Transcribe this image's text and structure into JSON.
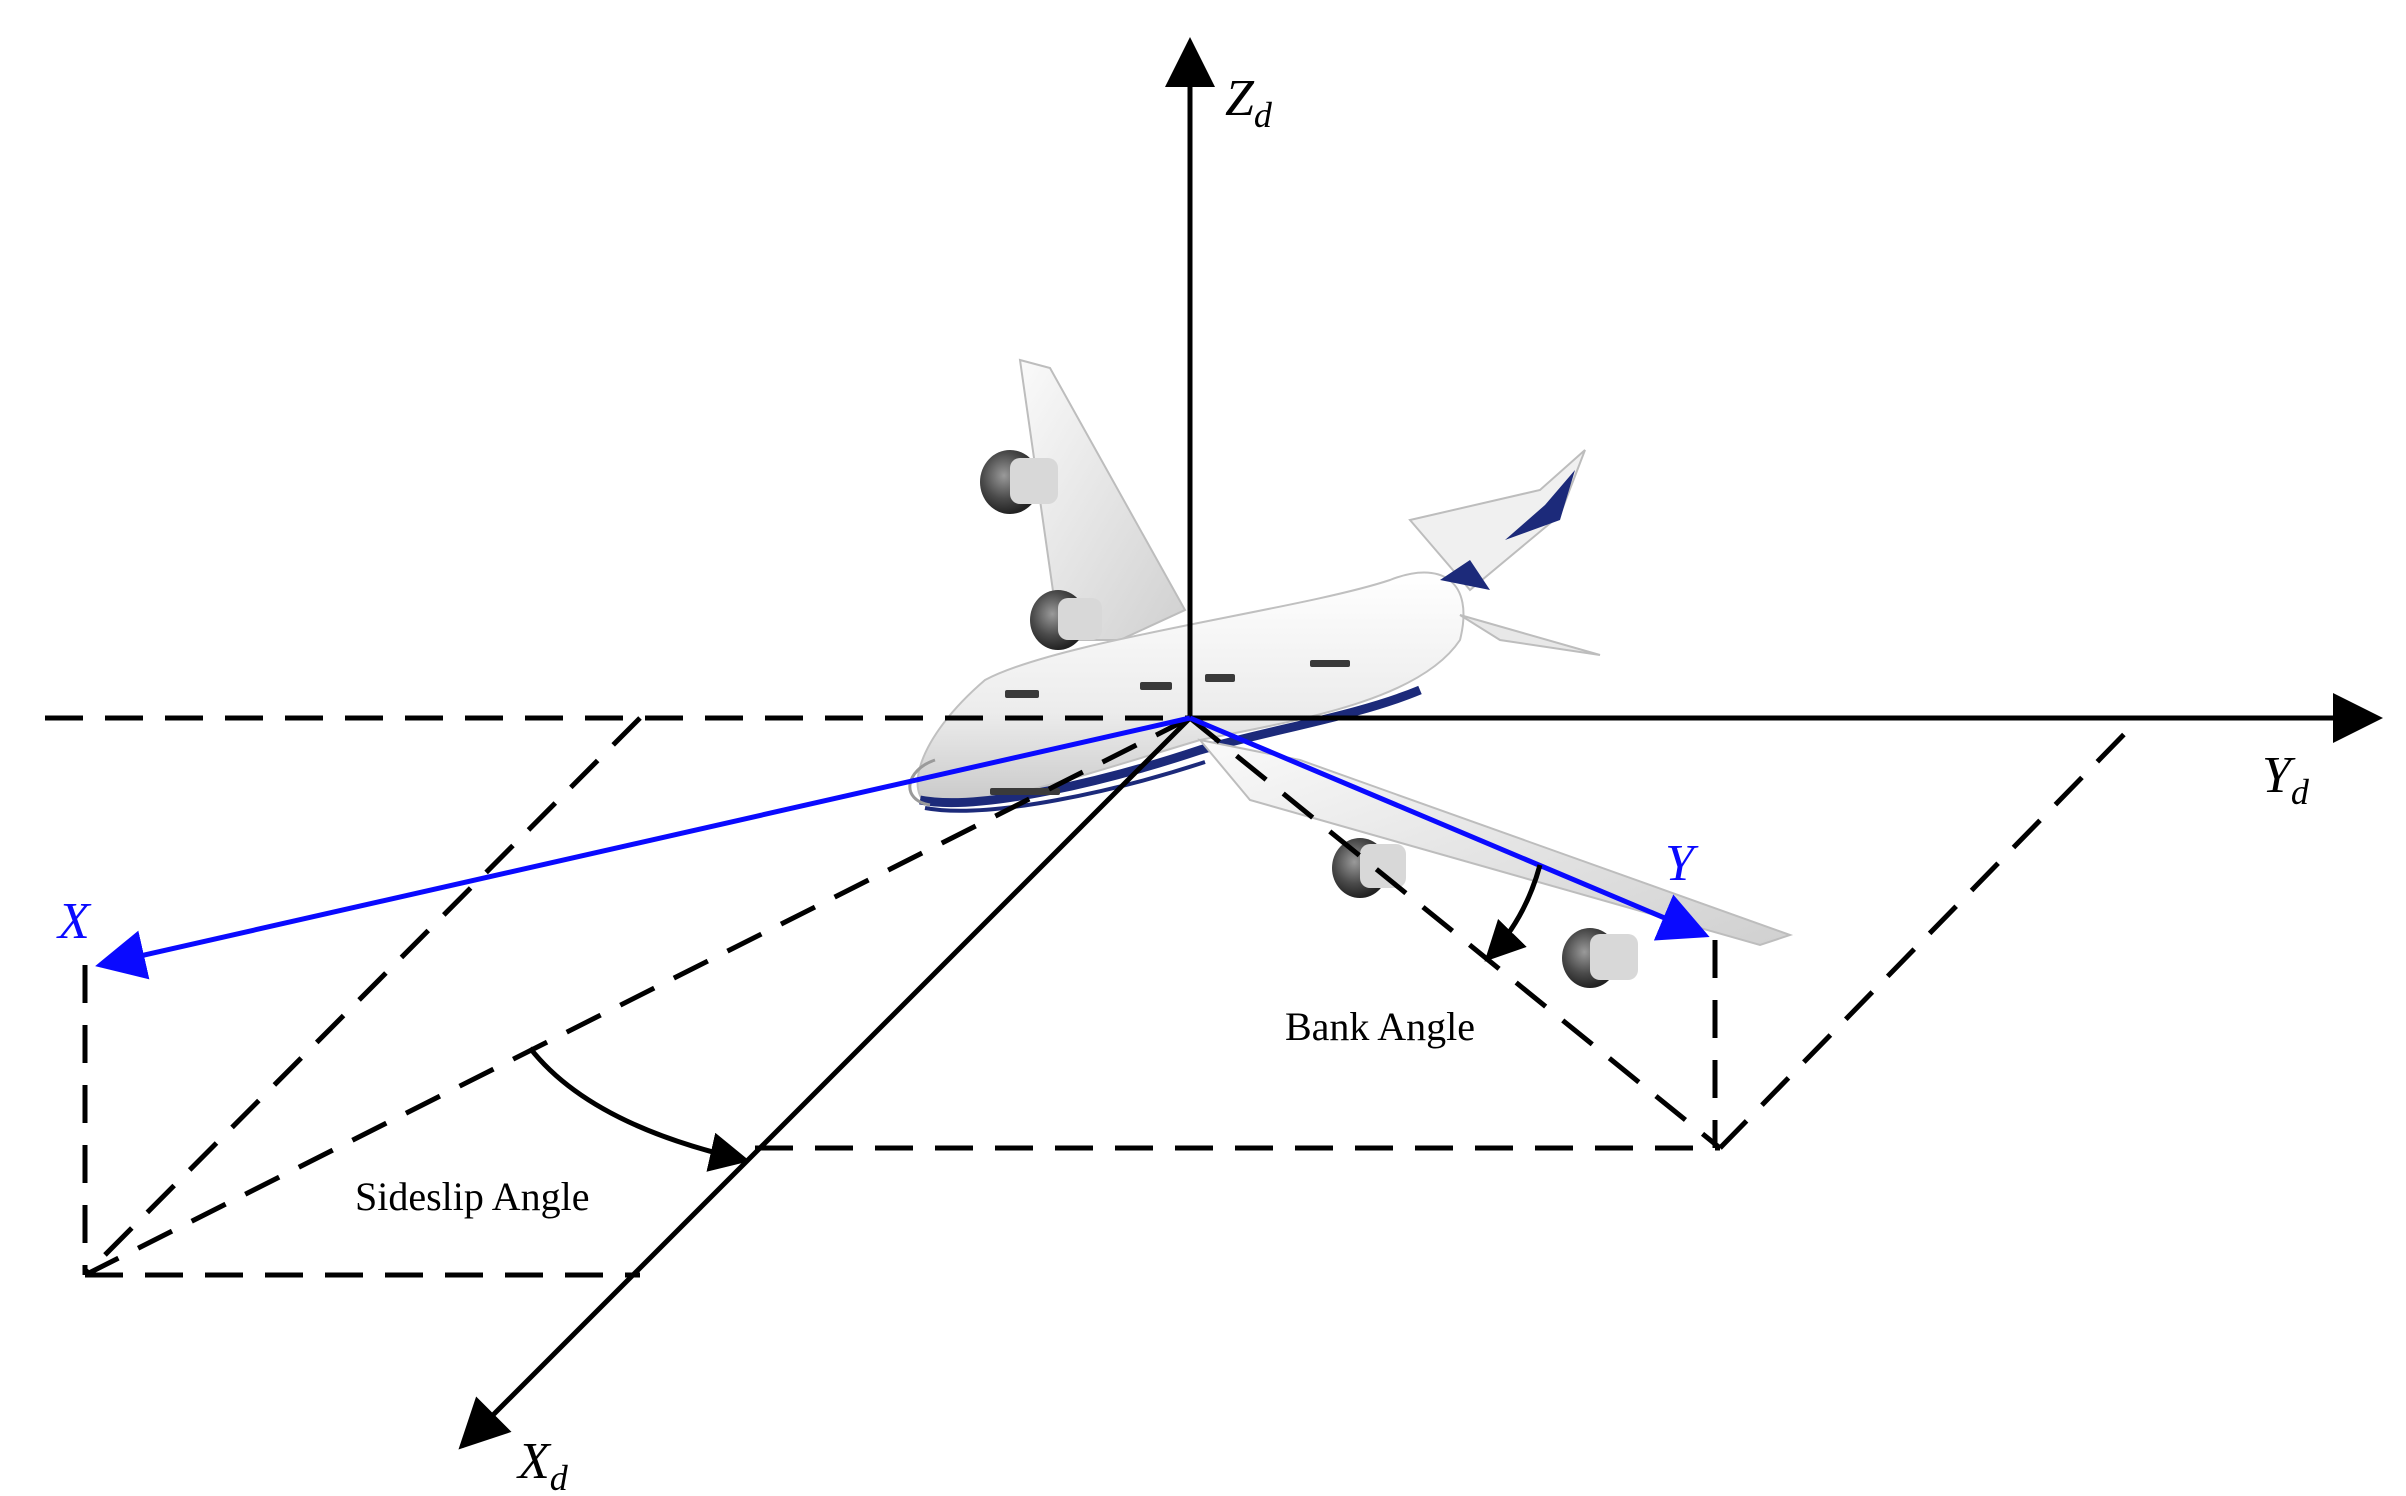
{
  "labels": {
    "zd": {
      "main": "Z",
      "sub": "d"
    },
    "yd": {
      "main": "Y",
      "sub": "d"
    },
    "xd": {
      "main": "X",
      "sub": "d"
    },
    "x_body": "X",
    "y_body": "Y",
    "bank_angle": "Bank Angle",
    "sideslip_angle": "Sideslip Angle"
  },
  "colors": {
    "axis": "#000000",
    "body_axis": "#0a0aff",
    "dashed": "#000000",
    "aircraft_body": "#f2f2f2",
    "aircraft_stripe": "#1c2a7a"
  },
  "icons": {
    "aircraft": "airliner-illustration"
  }
}
